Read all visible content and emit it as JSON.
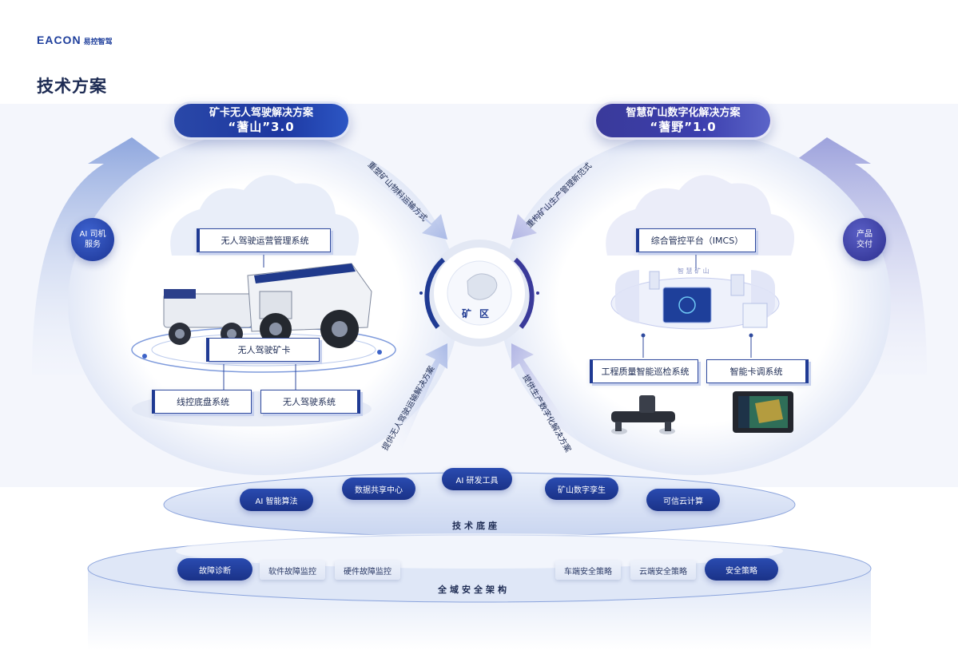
{
  "brand": {
    "logo": "EACON",
    "logo_cn": "易控智驾"
  },
  "page_title": "技术方案",
  "left_solution": {
    "line1": "矿卡无人驾驶解决方案",
    "line2": "“蓍山”3.0"
  },
  "right_solution": {
    "line1": "智慧矿山数字化解决方案",
    "line2": "“蓍野”1.0"
  },
  "badges": {
    "ai_driver": [
      "AI 司机",
      "服务"
    ],
    "product_delivery": [
      "产品",
      "交付"
    ]
  },
  "arrows": {
    "top_left": "重塑矿山物料运输方式",
    "top_right": "重构矿山生产管理新范式",
    "bottom_left": "提供无人驾驶运输解决方案",
    "bottom_right": "提供生产数字化解决方案"
  },
  "center": {
    "label": "矿区"
  },
  "left_systems": {
    "ops": "无人驾驶运营管理系统",
    "truck": "无人驾驶矿卡",
    "chassis": "线控底盘系统",
    "autodrive": "无人驾驶系统"
  },
  "right_systems": {
    "imcs": "综合管控平台（IMCS）",
    "smart_mine": "智 慧 矿 山",
    "inspection": "工程质量智能巡检系统",
    "dispatch": "智能卡调系统"
  },
  "tech_base": {
    "label": "技术底座",
    "items": [
      "AI 智能算法",
      "数据共享中心",
      "AI 研发工具",
      "矿山数字孪生",
      "可信云计算"
    ]
  },
  "security": {
    "label": "全域安全架构",
    "items": [
      "故障诊断",
      "软件故障监控",
      "硬件故障监控",
      "车端安全策略",
      "云端安全策略",
      "安全策略"
    ]
  },
  "colors": {
    "navy": "#1f3a93",
    "indigo": "#3a3a9a",
    "light_blue": "#dfe6f5"
  }
}
